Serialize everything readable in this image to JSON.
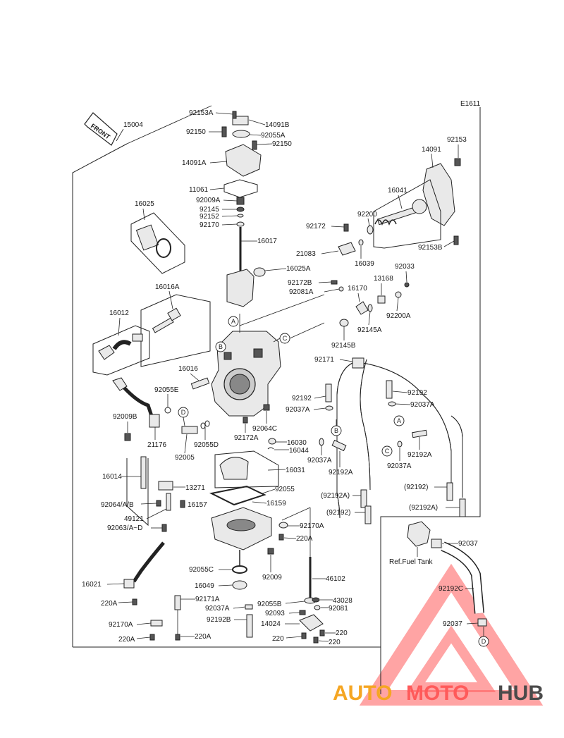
{
  "diagram_code": "E1611",
  "front_label": "FRONT",
  "note_fuel_tank": "Ref.Fuel Tank",
  "watermark": {
    "auto": "AUTO",
    "moto": "MOTO",
    "hub": "HUB",
    "color_auto": "#f5a623",
    "color_moto": "#ff5a5a",
    "color_hub": "#4a4a4a",
    "tri_color": "#ff5a5a"
  },
  "callouts": {
    "a": "A",
    "b": "B",
    "c": "C",
    "d": "D"
  },
  "labels": {
    "p15004": "15004",
    "p92153A": "92153A",
    "p14091B": "14091B",
    "p92150a": "92150",
    "p92055A": "92055A",
    "p92150b": "92150",
    "p14091A": "14091A",
    "p11061": "11061",
    "p92009A": "92009A",
    "p92145": "92145",
    "p92152": "92152",
    "p92170": "92170",
    "p16017": "16017",
    "p16025": "16025",
    "p16025A": "16025A",
    "p16016A": "16016A",
    "p16012": "16012",
    "p92153": "92153",
    "p14091": "14091",
    "p16041": "16041",
    "p92200": "92200",
    "p92172": "92172",
    "p21083": "21083",
    "p16039": "16039",
    "p92153B": "92153B",
    "p92033": "92033",
    "p13168": "13168",
    "p92172B": "92172B",
    "p16170": "16170",
    "p92081A": "92081A",
    "p92200A": "92200A",
    "p92145A": "92145A",
    "p92145B": "92145B",
    "p92171": "92171",
    "p16016": "16016",
    "p92055E": "92055E",
    "p92192a": "92192",
    "p92192b": "92192",
    "p92037Aa": "92037A",
    "p92037Ab": "92037A",
    "p92009B": "92009B",
    "p21176": "21176",
    "p92064C": "92064C",
    "p92172A": "92172A",
    "p92005": "92005",
    "p92055D": "92055D",
    "p16030": "16030",
    "p16044": "16044",
    "p92037Ac": "92037A",
    "p92192Aa": "92192A",
    "p92037Ad": "92037A",
    "p92192Ab": "92192A",
    "p16031": "16031",
    "p16014": "16014",
    "p13271": "13271",
    "p92055": "92055",
    "p92064AB": "92064/A/B",
    "p16157": "16157",
    "p16159": "16159",
    "p49121": "49121",
    "p92063AD": "92063/A~D",
    "pp92192Aa": "(92192A)",
    "pp92192a": "(92192)",
    "pp92192b": "(92192)",
    "pp92192Ab": "(92192A)",
    "p92170A": "92170A",
    "p220Aa": "220A",
    "p92037": "92037",
    "p92055C": "92055C",
    "p92009": "92009",
    "p16021": "16021",
    "p16049": "16049",
    "p46102": "46102",
    "p92192C": "92192C",
    "p220Ab": "220A",
    "p92171A": "92171A",
    "p92055B": "92055B",
    "p43028": "43028",
    "p92037Ae": "92037A",
    "p92081": "92081",
    "p92037b": "92037",
    "p92170Ab": "92170A",
    "p92192B": "92192B",
    "p92093": "92093",
    "p14024": "14024",
    "p220a": "220",
    "p220Ac": "220A",
    "p220Ad": "220A",
    "p220b": "220",
    "p220c": "220"
  }
}
